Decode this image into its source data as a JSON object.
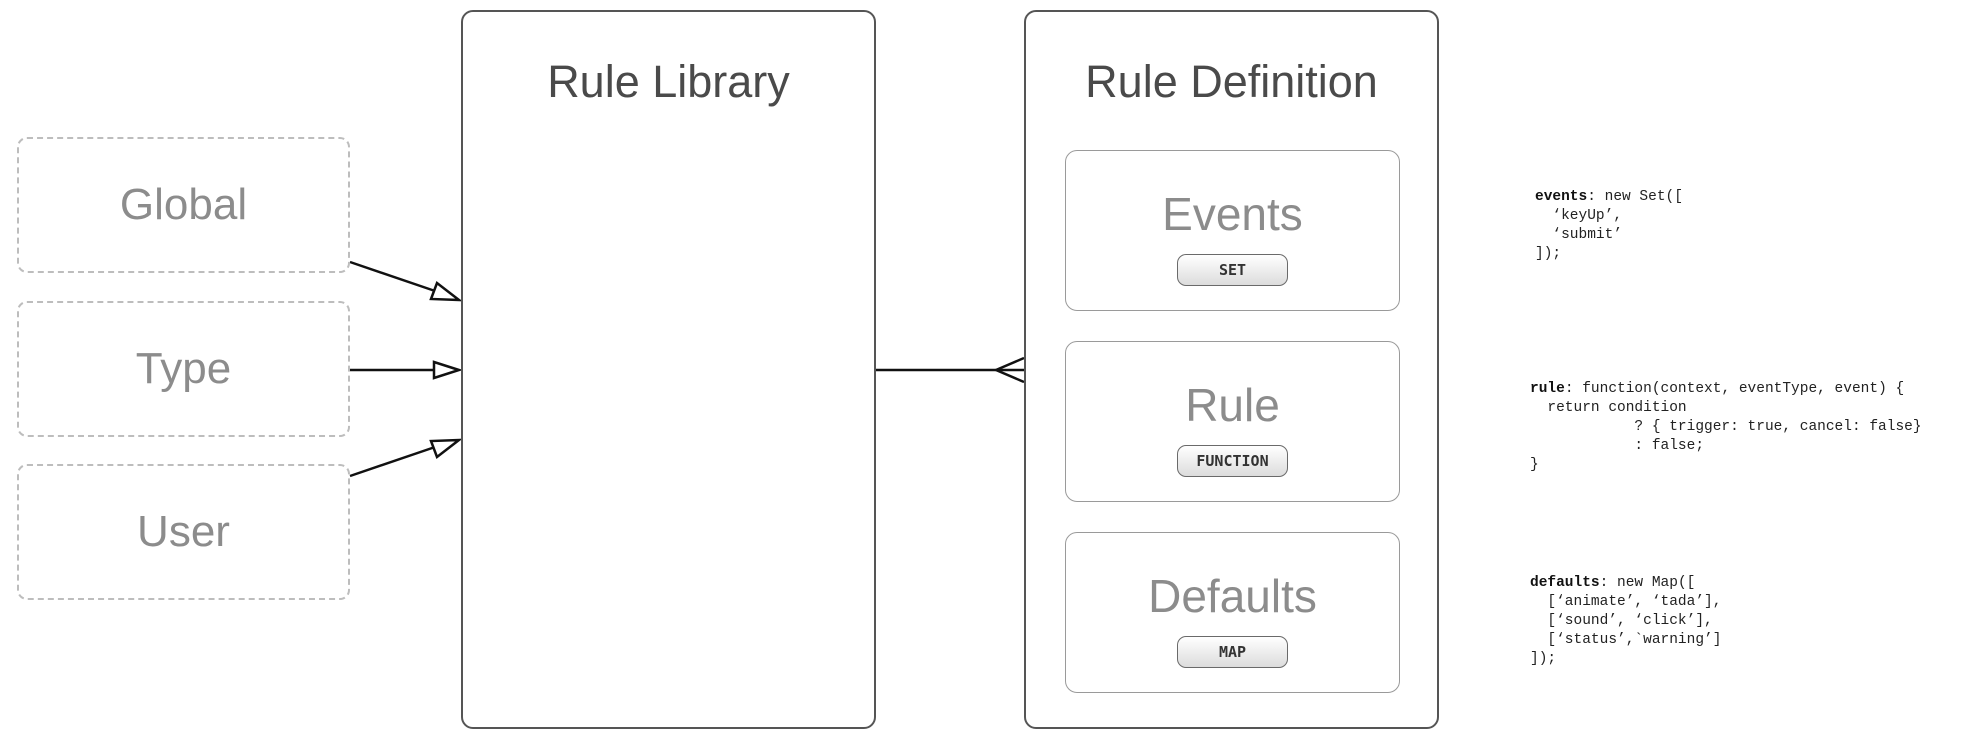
{
  "sources": [
    {
      "id": "global",
      "label": "Global"
    },
    {
      "id": "type",
      "label": "Type"
    },
    {
      "id": "user",
      "label": "User"
    }
  ],
  "rule_library": {
    "title": "Rule Library"
  },
  "rule_definition": {
    "title": "Rule Definition",
    "cards": [
      {
        "id": "events",
        "label": "Events",
        "badge": "SET"
      },
      {
        "id": "rule",
        "label": "Rule",
        "badge": "FUNCTION"
      },
      {
        "id": "defaults",
        "label": "Defaults",
        "badge": "MAP"
      }
    ]
  },
  "code_snippets": {
    "events": {
      "key": "events",
      "body": ": new Set([\n  ‘keyUp’,\n  ‘submit’\n]);"
    },
    "rule": {
      "key": "rule",
      "body": ": function(context, eventType, event) {\n  return condition\n            ? { trigger: true, cancel: false}\n            : false;\n}"
    },
    "defaults": {
      "key": "defaults",
      "body": ": new Map([\n  [‘animate’, ‘tada’],\n  [‘sound’, ‘click’],\n  [‘status’,`warning’]\n]);"
    }
  }
}
